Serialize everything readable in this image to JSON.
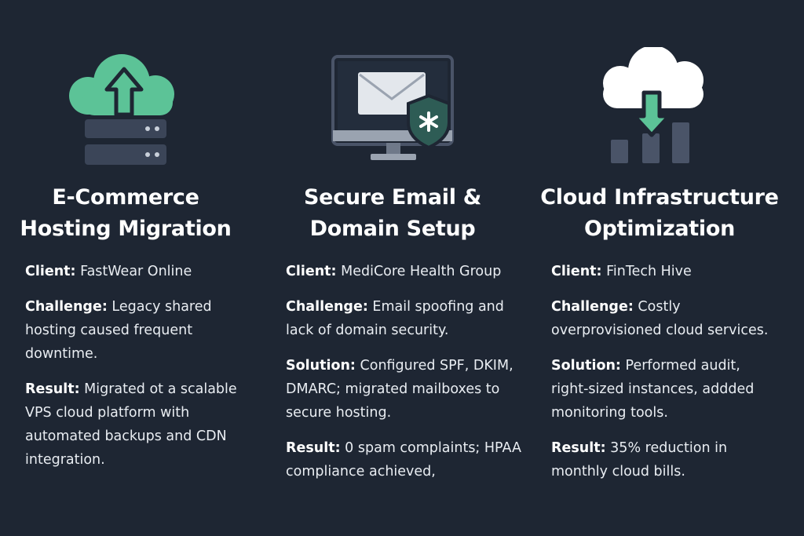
{
  "colors": {
    "background": "#1e2633",
    "accent_green": "#5cc397",
    "shield": "#2e5c55",
    "text": "#f2f4f7"
  },
  "cards": [
    {
      "icon": "cloud-upload-server-icon",
      "title_lines": [
        "E-Commerce",
        "Hosting Migration"
      ],
      "rows": [
        {
          "label": "Client:",
          "lines": [
            "FastWear Online"
          ]
        },
        {
          "label": "Challenge:",
          "lines": [
            "Legacy shared",
            "hosting caused frequent",
            "downtime."
          ]
        },
        {
          "label": "Result:",
          "lines": [
            "Migrated ot a scalable",
            "VPS cloud platform with",
            "automated backups and CDN",
            "integration."
          ]
        }
      ]
    },
    {
      "icon": "email-shield-monitor-icon",
      "title_lines": [
        "Secure Email &",
        "Domain Setup"
      ],
      "rows": [
        {
          "label": "Client:",
          "lines": [
            "MediCore Health Group"
          ]
        },
        {
          "label": "Challenge:",
          "lines": [
            "Email spoofing and",
            "lack of domain security."
          ]
        },
        {
          "label": "Solution:",
          "lines": [
            "Configured SPF, DKIM,",
            "DMARC; migrated mailboxes to",
            "secure hosting."
          ]
        },
        {
          "label": "Result:",
          "lines": [
            "0 spam complaints; HPAA",
            "compliance achieved,"
          ]
        }
      ]
    },
    {
      "icon": "cloud-download-bars-icon",
      "title_lines": [
        "Cloud Infrastructure",
        "Optimization"
      ],
      "rows": [
        {
          "label": "Client:",
          "lines": [
            "FinTech Hive"
          ]
        },
        {
          "label": "Challenge:",
          "lines": [
            "Costly",
            "overprovisioned cloud services."
          ]
        },
        {
          "label": "Solution:",
          "lines": [
            "Performed audit,",
            "right-sized instances, addded",
            "monitoring tools."
          ]
        },
        {
          "label": "Result:",
          "lines": [
            "35% reduction in",
            "monthly cloud bills."
          ]
        }
      ]
    }
  ]
}
